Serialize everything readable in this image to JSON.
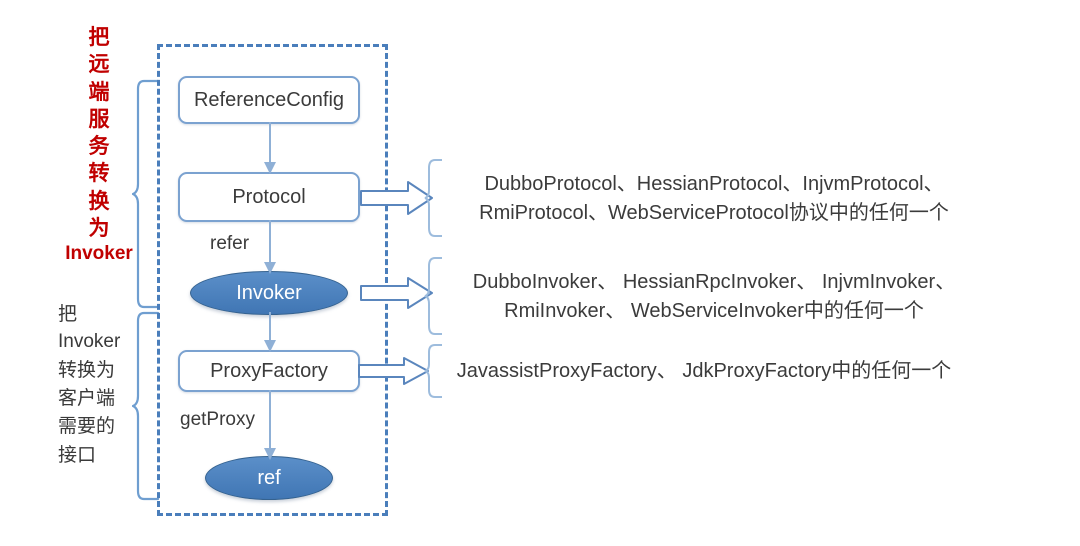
{
  "diagram": {
    "title_hidden": "",
    "left_notes": [
      {
        "id": "remote-to-invoker",
        "color": "#c00000",
        "lines": [
          "把",
          "远",
          "端",
          "服",
          "务",
          "转",
          "换",
          "为",
          "Invoker"
        ]
      },
      {
        "id": "invoker-to-interface",
        "color": "#3a3a3a",
        "lines": [
          "把",
          "Invoker",
          "转换为",
          "客户端",
          "需要的",
          "接口"
        ]
      }
    ],
    "nodes": [
      {
        "id": "referenceconfig",
        "label": "ReferenceConfig",
        "shape": "rounded-rect"
      },
      {
        "id": "protocol",
        "label": "Protocol",
        "shape": "rounded-rect"
      },
      {
        "id": "invoker",
        "label": "Invoker",
        "shape": "ellipse"
      },
      {
        "id": "proxyfactory",
        "label": "ProxyFactory",
        "shape": "rounded-rect"
      },
      {
        "id": "ref",
        "label": "ref",
        "shape": "ellipse"
      }
    ],
    "edge_labels": {
      "refer": "refer",
      "getproxy": "getProxy"
    },
    "annotations": [
      {
        "id": "protocol-impls",
        "text": "DubboProtocol、HessianProtocol、InjvmProtocol、\nRmiProtocol、WebServiceProtocol协议中的任何一个"
      },
      {
        "id": "invoker-impls",
        "text": "DubboInvoker、 HessianRpcInvoker、 InjvmInvoker、\nRmiInvoker、 WebServiceInvoker中的任何一个"
      },
      {
        "id": "proxyfactory-impls",
        "text": "JavassistProxyFactory、 JdkProxyFactory中的任何一个"
      }
    ],
    "colors": {
      "accent_blue": "#4a7ebb",
      "node_border": "#7ba2d0",
      "ellipse_fill": "#4a7ebb",
      "red_text": "#c00000",
      "body_text": "#3b3b3b",
      "dashed_border": "#4a7ebb"
    }
  }
}
